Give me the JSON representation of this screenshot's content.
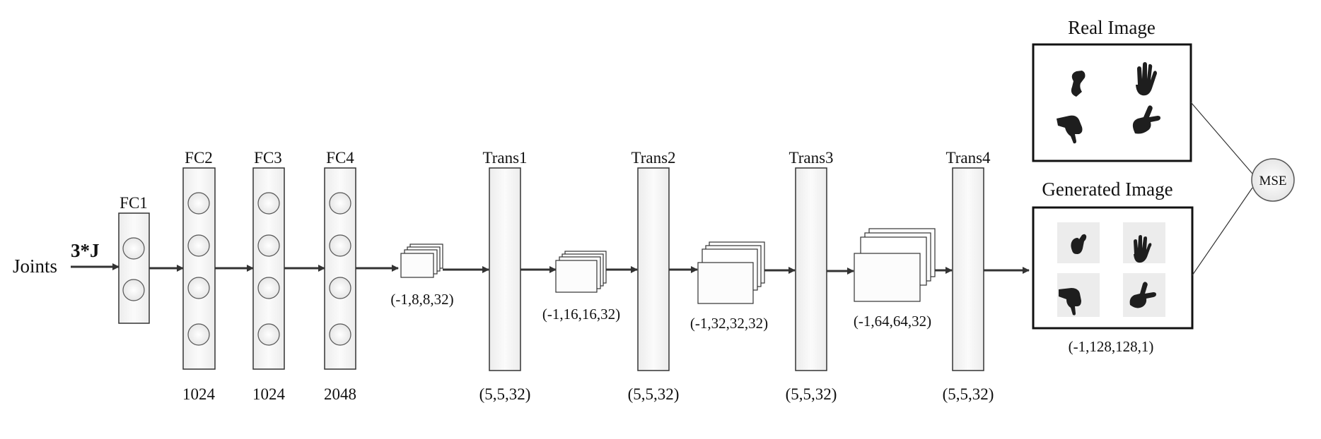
{
  "input": {
    "label": "Joints",
    "dim": "3*J"
  },
  "fc_layers": [
    {
      "name": "FC1",
      "size": ""
    },
    {
      "name": "FC2",
      "size": "1024"
    },
    {
      "name": "FC3",
      "size": "1024"
    },
    {
      "name": "FC4",
      "size": "2048"
    }
  ],
  "trans_layers": [
    {
      "name": "Trans1",
      "kernel": "(5,5,32)"
    },
    {
      "name": "Trans2",
      "kernel": "(5,5,32)"
    },
    {
      "name": "Trans3",
      "kernel": "(5,5,32)"
    },
    {
      "name": "Trans4",
      "kernel": "(5,5,32)"
    }
  ],
  "feature_maps": [
    {
      "shape": "(-1,8,8,32)"
    },
    {
      "shape": "(-1,16,16,32)"
    },
    {
      "shape": "(-1,32,32,32)"
    },
    {
      "shape": "(-1,64,64,32)"
    }
  ],
  "outputs": {
    "real_title": "Real Image",
    "generated_title": "Generated Image",
    "generated_shape": "(-1,128,128,1)",
    "loss": "MSE"
  },
  "colors": {
    "stroke": "#333333",
    "box_fill": "#f7f7f7",
    "hand": "#1e1e1e"
  },
  "icons": [
    "hand-thumb-icon",
    "hand-open-icon",
    "hand-point-icon",
    "hand-l-icon"
  ]
}
